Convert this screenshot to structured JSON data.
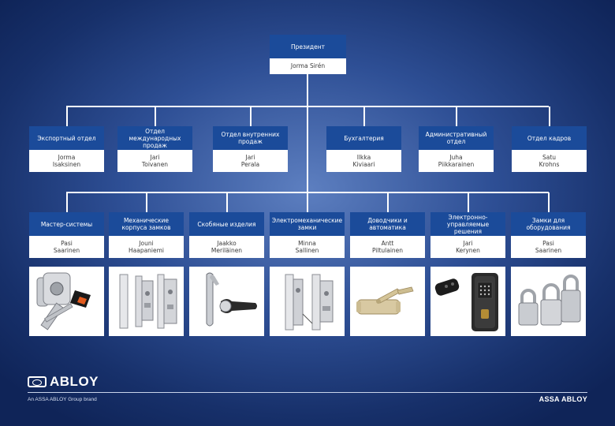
{
  "president": {
    "title": "Президент",
    "name": "Jorma Sirén"
  },
  "departments": [
    {
      "title": "Экспортный отдел",
      "name": "Jorma\nIsaksinen"
    },
    {
      "title": "Отдел международных продаж",
      "name": "Jari\nToivanen"
    },
    {
      "title": "Отдел внутренних продаж",
      "name": "Jari\nPerala"
    },
    {
      "title": "Бухгалтерия",
      "name": "Ilkka\nKiviaari"
    },
    {
      "title": "Административный отдел",
      "name": "Juha\nPiikkarainen"
    },
    {
      "title": "Отдел кадров",
      "name": "Satu\nKrohns"
    }
  ],
  "product_groups": [
    {
      "title": "Мастер-системы",
      "name": "Pasi\nSaarinen",
      "icon": "key-cylinder-icon"
    },
    {
      "title": "Механические корпуса замков",
      "name": "Jouni\nHaapaniemi",
      "icon": "lock-body-icon"
    },
    {
      "title": "Скобяные изделия",
      "name": "Jaakko\nMeriläinen",
      "icon": "door-handle-icon"
    },
    {
      "title": "Электромеханические замки",
      "name": "Minna\nSallinen",
      "icon": "electromechanical-lock-icon"
    },
    {
      "title": "Доводчики и автоматика",
      "name": "Antt\nPiltulainen",
      "icon": "door-closer-icon"
    },
    {
      "title": "Электронно-управляемые решения",
      "name": "Jari\nKerynen",
      "icon": "electronic-lock-icon"
    },
    {
      "title": "Замки для оборудования",
      "name": "Pasi\nSaarinen",
      "icon": "padlock-icon"
    }
  ],
  "footer": {
    "logo_text": "ABLOY",
    "tagline": "An ASSA ABLOY Group brand",
    "group_brand": "ASSA ABLOY"
  }
}
